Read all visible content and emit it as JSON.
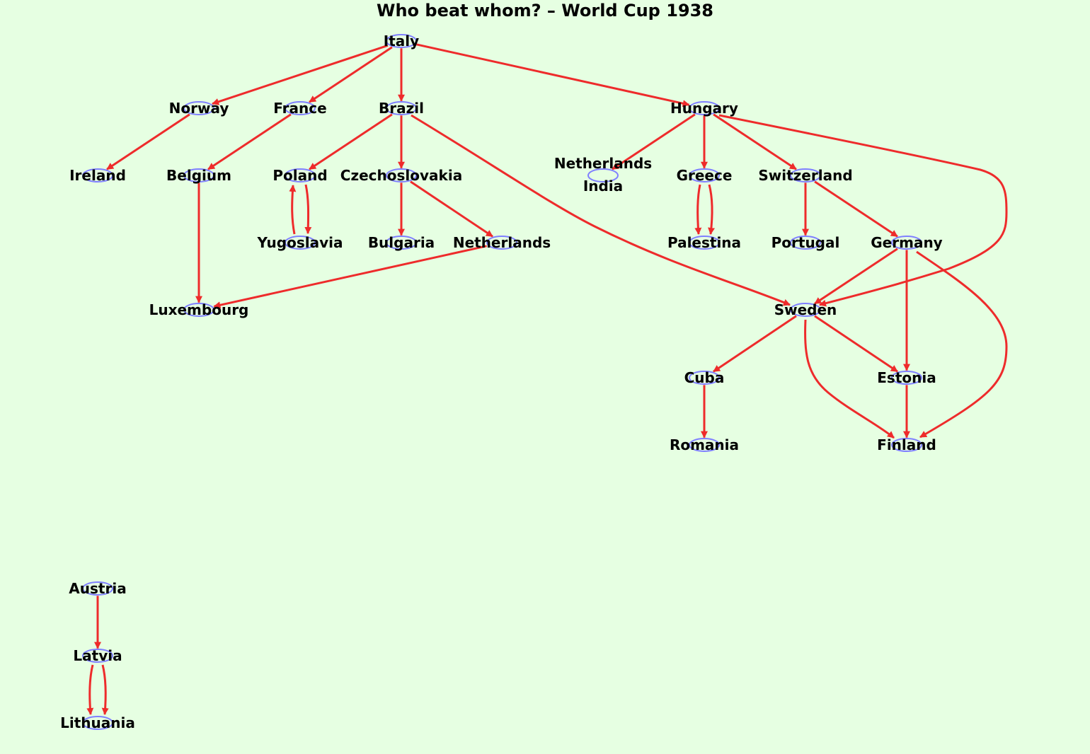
{
  "title": "Who beat whom? – World Cup 1938",
  "colors": {
    "background": "#e6ffe2",
    "edge": "#ee2b2b",
    "node_outline": "#7f7fff",
    "text": "#000000"
  },
  "nodes": [
    {
      "id": "italy",
      "label": "Italy"
    },
    {
      "id": "norway",
      "label": "Norway"
    },
    {
      "id": "france",
      "label": "France"
    },
    {
      "id": "brazil",
      "label": "Brazil"
    },
    {
      "id": "hungary",
      "label": "Hungary"
    },
    {
      "id": "ireland",
      "label": "Ireland"
    },
    {
      "id": "belgium",
      "label": "Belgium"
    },
    {
      "id": "poland",
      "label": "Poland"
    },
    {
      "id": "czechoslovakia",
      "label": "Czechoslovakia"
    },
    {
      "id": "dutch_east_indies",
      "label": "Netherlands\nIndia"
    },
    {
      "id": "greece",
      "label": "Greece"
    },
    {
      "id": "switzerland",
      "label": "Switzerland"
    },
    {
      "id": "yugoslavia",
      "label": "Yugoslavia"
    },
    {
      "id": "bulgaria",
      "label": "Bulgaria"
    },
    {
      "id": "netherlands",
      "label": "Netherlands"
    },
    {
      "id": "palestina",
      "label": "Palestina"
    },
    {
      "id": "portugal",
      "label": "Portugal"
    },
    {
      "id": "germany",
      "label": "Germany"
    },
    {
      "id": "luxembourg",
      "label": "Luxembourg"
    },
    {
      "id": "sweden",
      "label": "Sweden"
    },
    {
      "id": "cuba",
      "label": "Cuba"
    },
    {
      "id": "estonia",
      "label": "Estonia"
    },
    {
      "id": "romania",
      "label": "Romania"
    },
    {
      "id": "finland",
      "label": "Finland"
    },
    {
      "id": "austria",
      "label": "Austria"
    },
    {
      "id": "latvia",
      "label": "Latvia"
    },
    {
      "id": "lithuania",
      "label": "Lithuania"
    }
  ],
  "edges": [
    {
      "from": "italy",
      "to": "norway"
    },
    {
      "from": "italy",
      "to": "france"
    },
    {
      "from": "italy",
      "to": "brazil"
    },
    {
      "from": "italy",
      "to": "hungary"
    },
    {
      "from": "norway",
      "to": "ireland"
    },
    {
      "from": "france",
      "to": "belgium"
    },
    {
      "from": "brazil",
      "to": "poland"
    },
    {
      "from": "brazil",
      "to": "czechoslovakia"
    },
    {
      "from": "brazil",
      "to": "sweden"
    },
    {
      "from": "hungary",
      "to": "dutch_east_indies"
    },
    {
      "from": "hungary",
      "to": "greece"
    },
    {
      "from": "hungary",
      "to": "switzerland"
    },
    {
      "from": "hungary",
      "to": "sweden"
    },
    {
      "from": "belgium",
      "to": "luxembourg"
    },
    {
      "from": "poland",
      "to": "yugoslavia"
    },
    {
      "from": "yugoslavia",
      "to": "poland"
    },
    {
      "from": "czechoslovakia",
      "to": "bulgaria"
    },
    {
      "from": "czechoslovakia",
      "to": "netherlands"
    },
    {
      "from": "netherlands",
      "to": "luxembourg"
    },
    {
      "from": "greece",
      "to": "palestina"
    },
    {
      "from": "greece",
      "to": "palestina"
    },
    {
      "from": "switzerland",
      "to": "portugal"
    },
    {
      "from": "switzerland",
      "to": "germany"
    },
    {
      "from": "germany",
      "to": "sweden"
    },
    {
      "from": "germany",
      "to": "estonia"
    },
    {
      "from": "germany",
      "to": "finland"
    },
    {
      "from": "sweden",
      "to": "cuba"
    },
    {
      "from": "sweden",
      "to": "estonia"
    },
    {
      "from": "sweden",
      "to": "finland"
    },
    {
      "from": "cuba",
      "to": "romania"
    },
    {
      "from": "estonia",
      "to": "finland"
    },
    {
      "from": "austria",
      "to": "latvia"
    },
    {
      "from": "latvia",
      "to": "lithuania"
    },
    {
      "from": "latvia",
      "to": "lithuania"
    }
  ]
}
